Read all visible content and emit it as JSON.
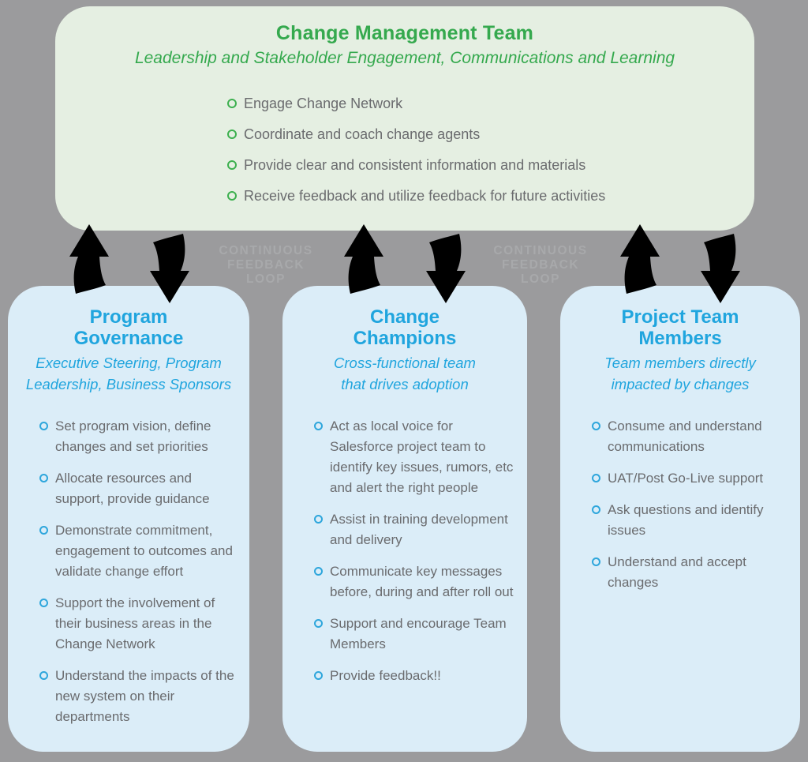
{
  "colors": {
    "background": "#9b9b9d",
    "top_box_bg": "#e5efe2",
    "column_box_bg": "#dbedf8",
    "green_accent": "#35a94e",
    "blue_accent": "#20a5de",
    "body_text": "#6a6b6e",
    "arrow_fill": "#ecedec",
    "loop_text": "#a8a9ab"
  },
  "top_box": {
    "title": "Change Management Team",
    "subtitle": "Leadership and Stakeholder Engagement, Communications and Learning",
    "bullets": [
      "Engage Change Network",
      "Coordinate and coach change agents",
      "Provide clear and consistent information and materials",
      "Receive feedback and utilize feedback for future activities"
    ]
  },
  "feedback_loop": {
    "lines": [
      "CONTINUOUS",
      "FEEDBACK",
      "LOOP"
    ]
  },
  "columns": [
    {
      "title_lines": [
        "Program",
        "Governance"
      ],
      "subtitle_lines": [
        "Executive Steering, Program",
        "Leadership, Business Sponsors"
      ],
      "bullets": [
        "Set program vision, define changes and set priorities",
        "Allocate resources and support, provide guidance",
        "Demonstrate commitment, engagement to outcomes and validate change effort",
        "Support the involvement of their business areas in the Change Network",
        "Understand the impacts of the new system on their departments"
      ]
    },
    {
      "title_lines": [
        "Change",
        "Champions"
      ],
      "subtitle_lines": [
        "Cross-functional team",
        "that drives adoption"
      ],
      "bullets": [
        "Act as local voice for Salesforce project team to identify key issues, rumors, etc and alert the right people",
        "Assist in training development and delivery",
        "Communicate key messages before, during and after roll out",
        "Support and encourage Team Members",
        "Provide feedback!!"
      ]
    },
    {
      "title_lines": [
        "Project Team",
        "Members"
      ],
      "subtitle_lines": [
        "Team members directly",
        "impacted by changes"
      ],
      "bullets": [
        "Consume and understand communications",
        "UAT/Post Go-Live support",
        "Ask questions and identify issues",
        "Understand and accept changes"
      ]
    }
  ]
}
